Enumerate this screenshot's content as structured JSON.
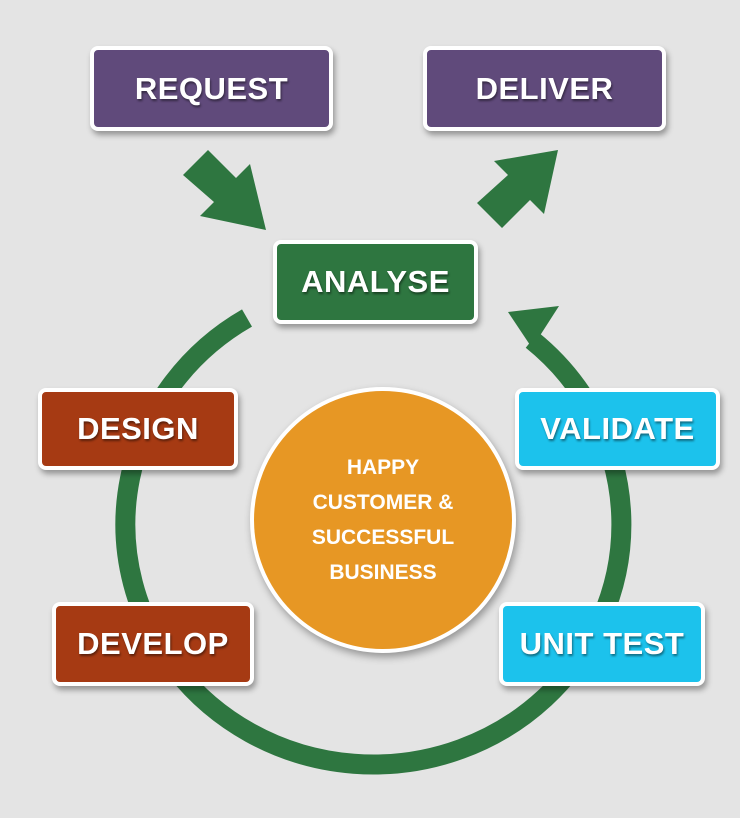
{
  "colors": {
    "background": "#e4e4e4",
    "purple": "#604a7b",
    "green": "#2e7640",
    "red": "#a63a13",
    "cyan": "#1cc2ec",
    "orange": "#e79724",
    "cycle_green": "#2e7640",
    "arrow_green": "#2e7640"
  },
  "boxes": {
    "request": "REQUEST",
    "deliver": "DELIVER",
    "analyse": "ANALYSE",
    "design": "DESIGN",
    "develop": "DEVELOP",
    "validate": "VALIDATE",
    "unit_test": "UNIT TEST"
  },
  "center": {
    "lines": [
      "HAPPY",
      "CUSTOMER &",
      "SUCCESSFUL",
      "BUSINESS"
    ]
  }
}
